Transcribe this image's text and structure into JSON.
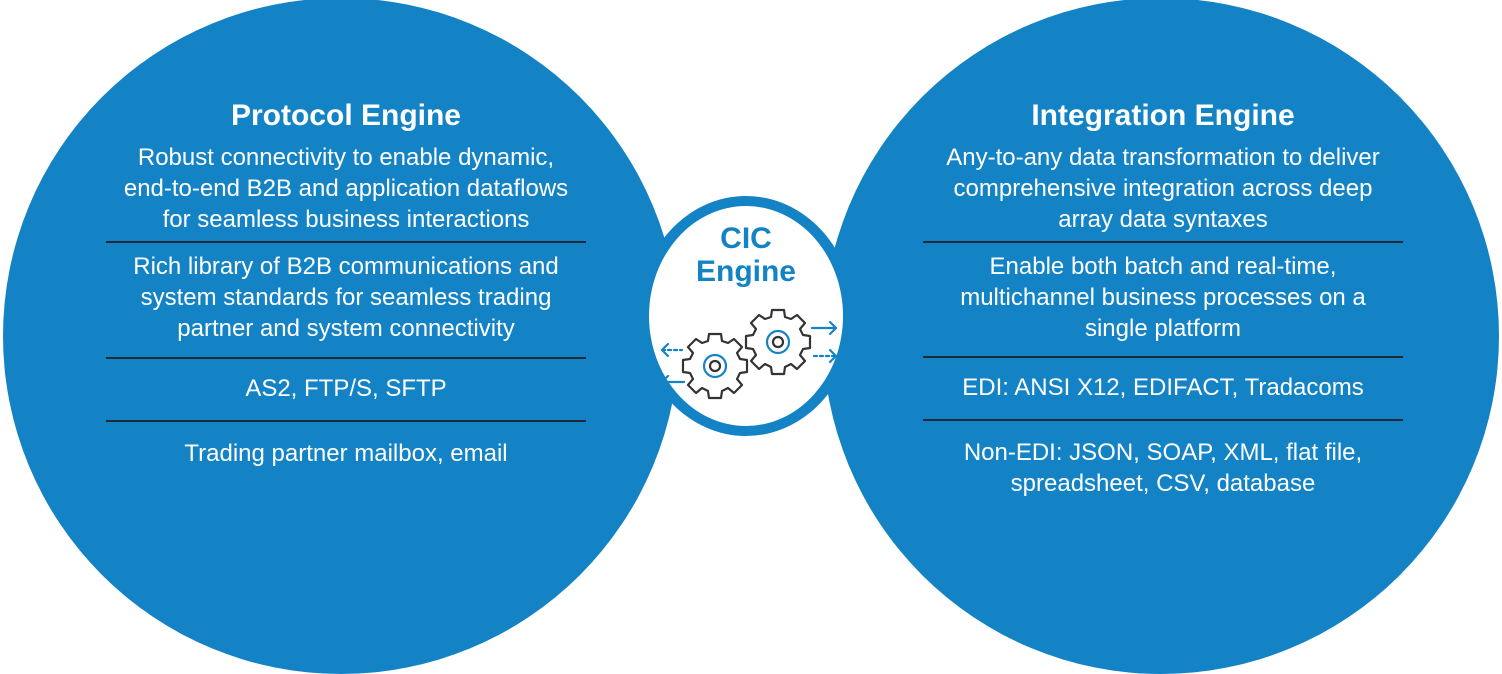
{
  "left_engine": {
    "title": "Protocol Engine",
    "sections": [
      "Robust connectivity to enable dynamic, end-to-end B2B and application dataflows for seamless business interactions",
      "Rich library of B2B communications and system standards for seamless trading partner and system connectivity",
      "AS2, FTP/S, SFTP",
      "Trading partner mailbox, email"
    ]
  },
  "center": {
    "title_line1": "CIC",
    "title_line2": "Engine",
    "icon": "gears-icon"
  },
  "right_engine": {
    "title": "Integration Engine",
    "sections": [
      "Any-to-any data transformation to deliver comprehensive integration across deep array data syntaxes",
      "Enable both batch and real-time, multichannel business processes on a single platform",
      "EDI: ANSI X12, EDIFACT, Tradacoms",
      "Non-EDI: JSON, SOAP, XML, flat file, spreadsheet, CSV, database"
    ]
  },
  "colors": {
    "circle": "#1383c6",
    "divider": "#1d2a3a",
    "text": "#ffffff"
  }
}
